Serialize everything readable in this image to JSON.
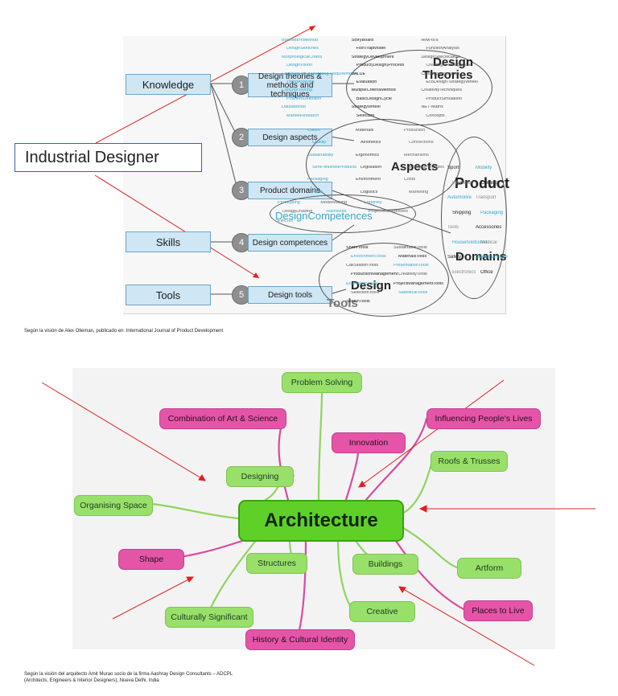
{
  "top_diagram": {
    "rows": [
      {
        "label": "Knowledge"
      },
      {
        "label": "Skills"
      },
      {
        "label": "Tools"
      }
    ],
    "steps": [
      {
        "num": "1",
        "label": "Design theories &\nmethods and techniques"
      },
      {
        "num": "2",
        "label": "Design aspects"
      },
      {
        "num": "3",
        "label": "Product domains"
      },
      {
        "num": "4",
        "label": "Design competences"
      },
      {
        "num": "5",
        "label": "Design tools"
      }
    ],
    "overlay_label": "Industrial Designer",
    "clouds": {
      "theories_big1": "Design",
      "theories_big2": "Theories",
      "theories_words": [
        "BrainstormMethod",
        "StoryBoard",
        "How-to's",
        "DesignSketches",
        "FishTrapModel",
        "FunctionAnalysis",
        "MorphologicalCharts",
        "StrategyDevelopment",
        "DesignSpecification",
        "DesignVision",
        "Product(Design)Process",
        "Creating-a-DesignGoal",
        "Checklist-for-generating-Requirements",
        "VALUE",
        "ConceptGeneration",
        "TrendAnalysis",
        "Evaluation",
        "EcoDesign-StrategyWheel",
        "ConceptTesting",
        "MultipleCriteriaMethod",
        "CreativityTechniques",
        "ProblemDefinition",
        "BasicDesignCycle",
        "ProductSimulation",
        "DataMethod",
        "StrategyWheel",
        "NET-Matrix",
        "MarketResearch",
        "Selection",
        "Concepts"
      ],
      "aspects_big": "Aspects",
      "aspects_words": [
        "Colors",
        "Materials",
        "Production",
        "Quality",
        "Aesthetics",
        "Connections",
        "Sustainability",
        "Ergonomics",
        "Mechanisms",
        "Semi-finishedProducts",
        "Legislation",
        "WorkingPrinciples",
        "Packaging",
        "Environment",
        "Costs",
        "Parts",
        "Logistics",
        "Marketing"
      ],
      "product_big1": "Product",
      "product_big2": "Domains",
      "product_words": [
        "Sport",
        "Mobility",
        "Interfaces",
        "Clothing",
        "Automotive",
        "Transport",
        "Shipping",
        "Packaging",
        "Tools",
        "Accessories",
        "HouseholdGoods",
        "Medical",
        "Safety",
        "StreetFurniture",
        "Electronics",
        "Office"
      ],
      "competence_big": "DesignCompetences",
      "competence_words": [
        "Prototyping",
        "ModelMaking",
        "Creativity",
        "DesignDrawing",
        "TeamWork",
        "ProjectManagement",
        "ElecTec"
      ],
      "tools_big1": "Design",
      "tools_big2": "Tools",
      "tools_words": [
        "ShareTools",
        "SustainableTools",
        "EnvironmentTools",
        "MaterialsTools",
        "CalculationTools",
        "PresentationTools",
        "ProductionManagement",
        "CreativityTools",
        "ErgonomicTools",
        "ProjectManagementTools",
        "SelectionTools",
        "StatisticalTools",
        "SketchTools"
      ]
    },
    "caption": "Según la visión de Alex Olieman, publicado en: International Journal of Product Development"
  },
  "mindmap": {
    "center": "Architecture",
    "nodes": [
      {
        "label": "Problem Solving",
        "color": "green"
      },
      {
        "label": "Combination of Art & Science",
        "color": "pink"
      },
      {
        "label": "Influencing People's Lives",
        "color": "pink"
      },
      {
        "label": "Innovation",
        "color": "pink"
      },
      {
        "label": "Roofs & Trusses",
        "color": "green"
      },
      {
        "label": "Designing",
        "color": "green"
      },
      {
        "label": "Organising Space",
        "color": "green"
      },
      {
        "label": "Shape",
        "color": "pink"
      },
      {
        "label": "Structures",
        "color": "green"
      },
      {
        "label": "Buildings",
        "color": "green"
      },
      {
        "label": "Artform",
        "color": "green"
      },
      {
        "label": "Creative",
        "color": "green"
      },
      {
        "label": "Culturally Significant",
        "color": "green"
      },
      {
        "label": "Places to Live",
        "color": "pink"
      },
      {
        "label": "History & Cultural Identity",
        "color": "pink"
      }
    ],
    "caption_line1": "Según la visión del arquitecto Amit Murao socio de la firma Aashray Design Consultants – ADCPL",
    "caption_line2": "(Architects, Engineers & Interior Designers), Nueva Delhi, India"
  },
  "colors": {
    "node_green": "#98e06a",
    "node_pink": "#e455a7",
    "center_green": "#5fd028",
    "annotation_arrow": "#e02020",
    "box_blue": "#cfe6f4"
  }
}
